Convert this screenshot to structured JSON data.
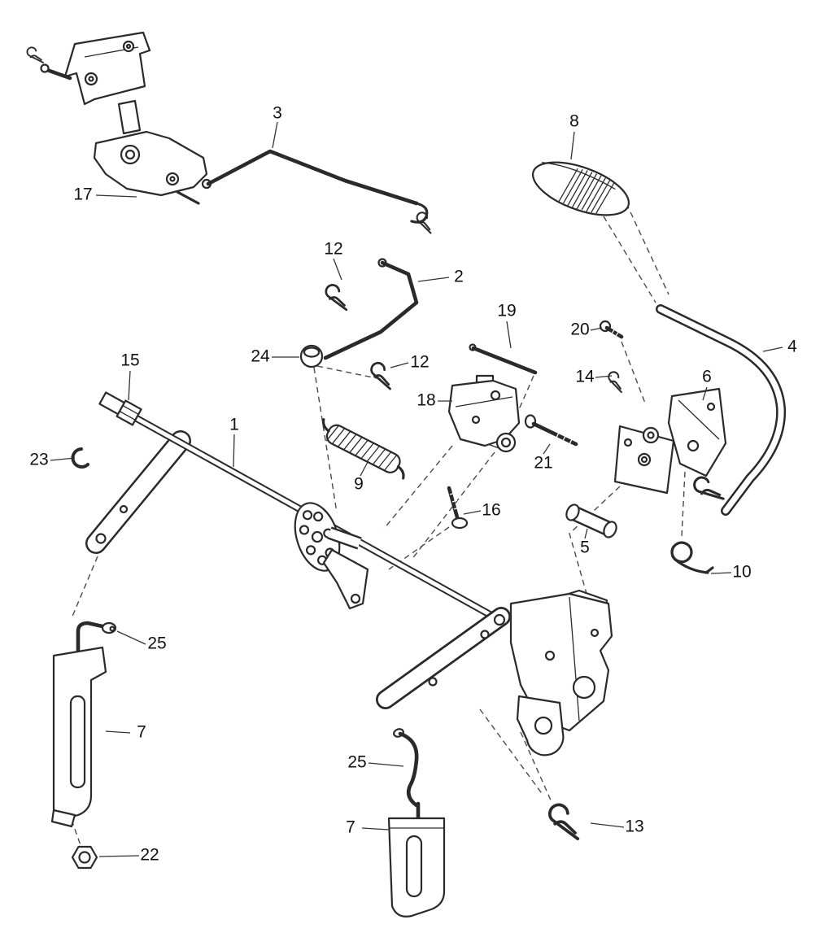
{
  "figure": {
    "type": "exploded-parts-diagram",
    "background": "#ffffff",
    "line_color": "#2a2a2a"
  },
  "callouts": [
    {
      "label": "3"
    },
    {
      "label": "8"
    },
    {
      "label": "17"
    },
    {
      "label": "12"
    },
    {
      "label": "2"
    },
    {
      "label": "19"
    },
    {
      "label": "20"
    },
    {
      "label": "4"
    },
    {
      "label": "24"
    },
    {
      "label": "12"
    },
    {
      "label": "15"
    },
    {
      "label": "14"
    },
    {
      "label": "6"
    },
    {
      "label": "18"
    },
    {
      "label": "23"
    },
    {
      "label": "1"
    },
    {
      "label": "9"
    },
    {
      "label": "21"
    },
    {
      "label": "16"
    },
    {
      "label": "5"
    },
    {
      "label": "10"
    },
    {
      "label": "25"
    },
    {
      "label": "7"
    },
    {
      "label": "25"
    },
    {
      "label": "7"
    },
    {
      "label": "13"
    },
    {
      "label": "22"
    }
  ]
}
